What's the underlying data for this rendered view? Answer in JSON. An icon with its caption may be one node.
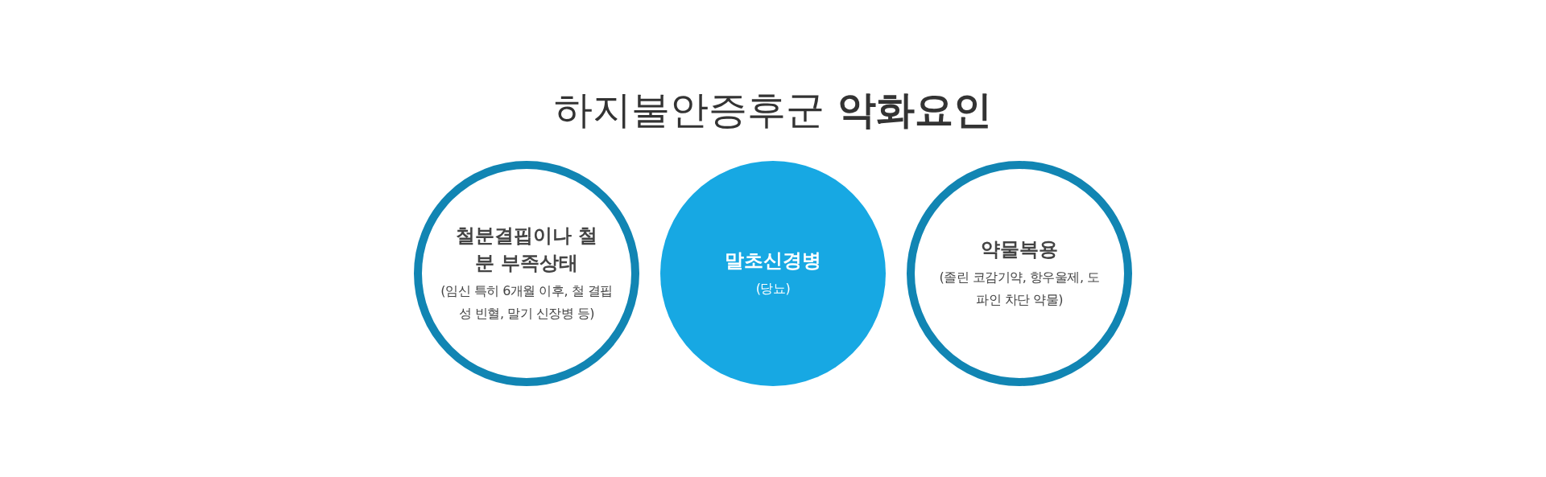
{
  "diagram": {
    "title": "하지불안증후군 **악화요인**",
    "nodes": [
      {
        "text": [
          "철분결핍이나 철분 부족상태",
          "(임신 특히 6개월 이후, 철 결핍성 빈혈, 말기 신장병 등)"
        ]
      },
      {
        "text": [
          "말초신경병",
          "(당뇨)"
        ]
      },
      {
        "text": [
          "약물복용",
          "(졸린 코감기약, 항우울제, 도파인 차단 약물)"
        ]
      }
    ]
  }
}
